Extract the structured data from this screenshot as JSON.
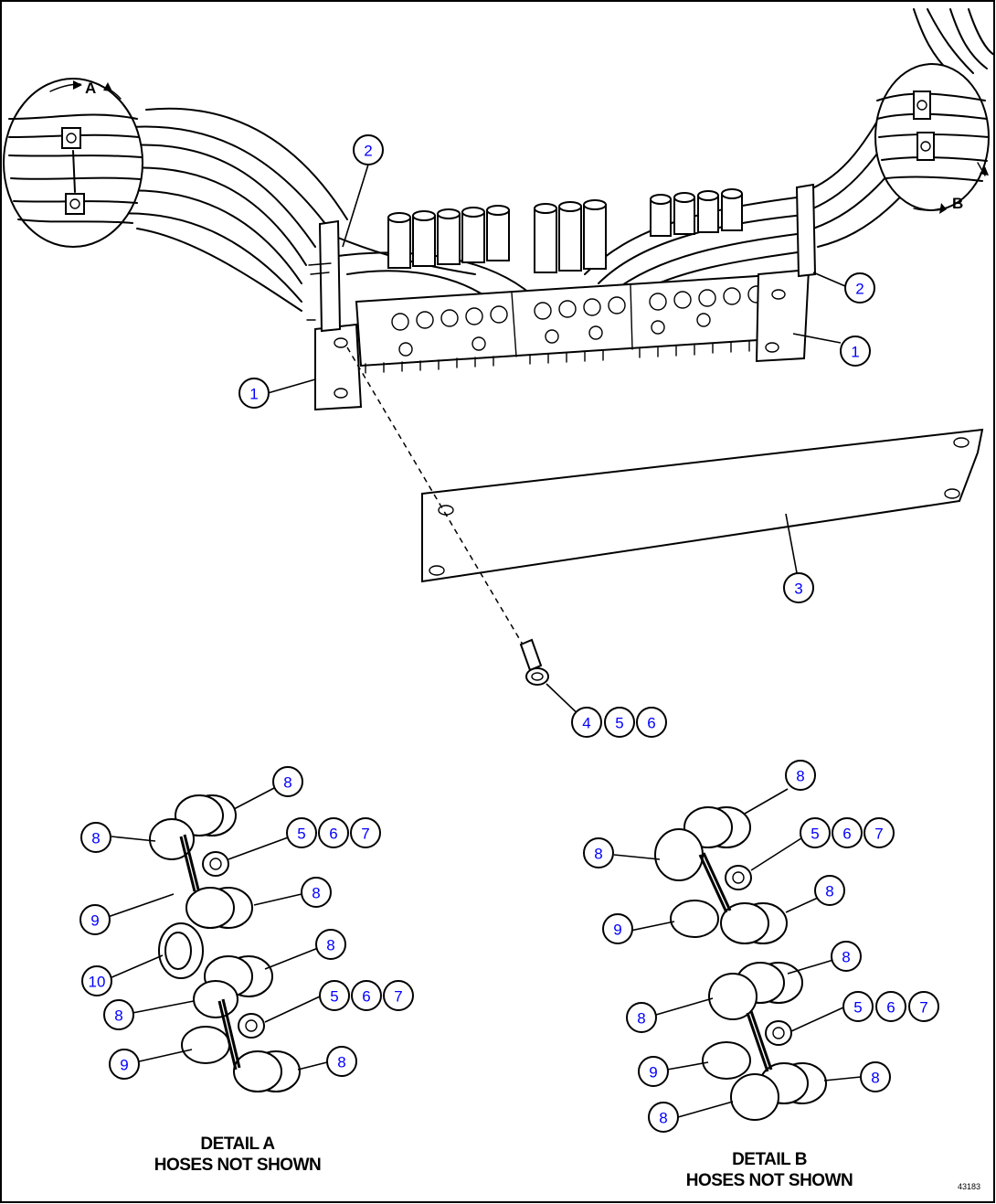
{
  "detail_markers": {
    "a": "A",
    "b": "B"
  },
  "callouts": {
    "c1_left": "1",
    "c1_right": "1",
    "c2_left": "2",
    "c2_right": "2",
    "c3": "3",
    "c4": "4",
    "c5": "5",
    "c6": "6",
    "da_8a": "8",
    "da_8b": "8",
    "da_8c": "8",
    "da_8d": "8",
    "da_8e": "8",
    "da_8f": "8",
    "da_5a": "5",
    "da_6a": "6",
    "da_7a": "7",
    "da_5b": "5",
    "da_6b": "6",
    "da_7b": "7",
    "da_9a": "9",
    "da_9b": "9",
    "da_10": "10",
    "db_8a": "8",
    "db_8b": "8",
    "db_8c": "8",
    "db_8d": "8",
    "db_8e": "8",
    "db_8f": "8",
    "db_8g": "8",
    "db_5a": "5",
    "db_6a": "6",
    "db_7a": "7",
    "db_5b": "5",
    "db_6b": "6",
    "db_7b": "7",
    "db_9a": "9",
    "db_9b": "9"
  },
  "detail_a": {
    "title": "DETAIL A",
    "subtitle": "HOSES NOT SHOWN"
  },
  "detail_b": {
    "title": "DETAIL B",
    "subtitle": "HOSES NOT SHOWN"
  },
  "figure_number": "43183"
}
